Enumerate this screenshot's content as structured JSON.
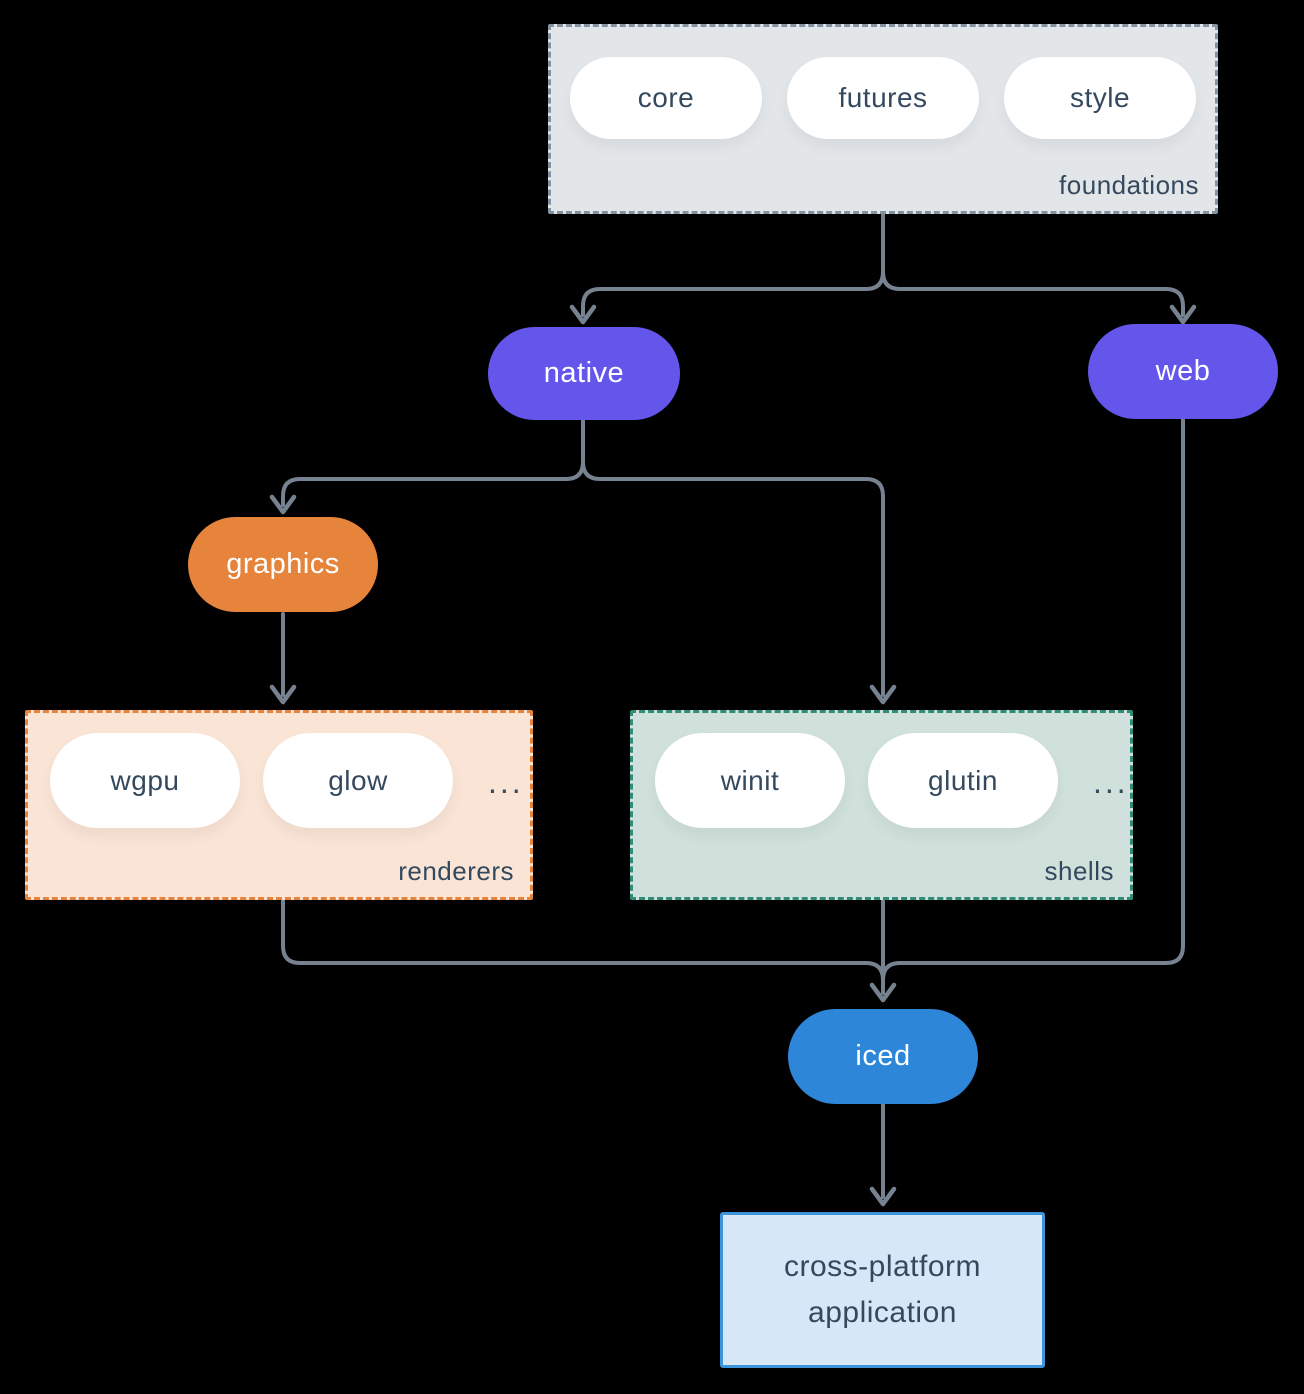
{
  "colors": {
    "background": "#000000",
    "connector": "#76828F",
    "text-dark": "#34495E",
    "pill-white": "#FFFFFF",
    "purple": "#6456EA",
    "orange": "#E6843C",
    "orange-light": "#FAE4D6",
    "teal": "#2F8C77",
    "teal-light": "#D0E1DB",
    "gray-box": "#E2E6E9",
    "gray-border": "#8493A2",
    "blue": "#2E86D9",
    "blue-light": "#D6E8F8",
    "blue-border": "#3D94DB"
  },
  "nodes": {
    "foundations": {
      "label": "foundations",
      "pills": [
        "core",
        "futures",
        "style"
      ]
    },
    "native": {
      "label": "native"
    },
    "web": {
      "label": "web"
    },
    "graphics": {
      "label": "graphics"
    },
    "renderers": {
      "label": "renderers",
      "pills": [
        "wgpu",
        "glow"
      ],
      "ellipsis": "..."
    },
    "shells": {
      "label": "shells",
      "pills": [
        "winit",
        "glutin"
      ],
      "ellipsis": "..."
    },
    "iced": {
      "label": "iced"
    },
    "application": {
      "label_line1": "cross-platform",
      "label_line2": "application"
    }
  }
}
